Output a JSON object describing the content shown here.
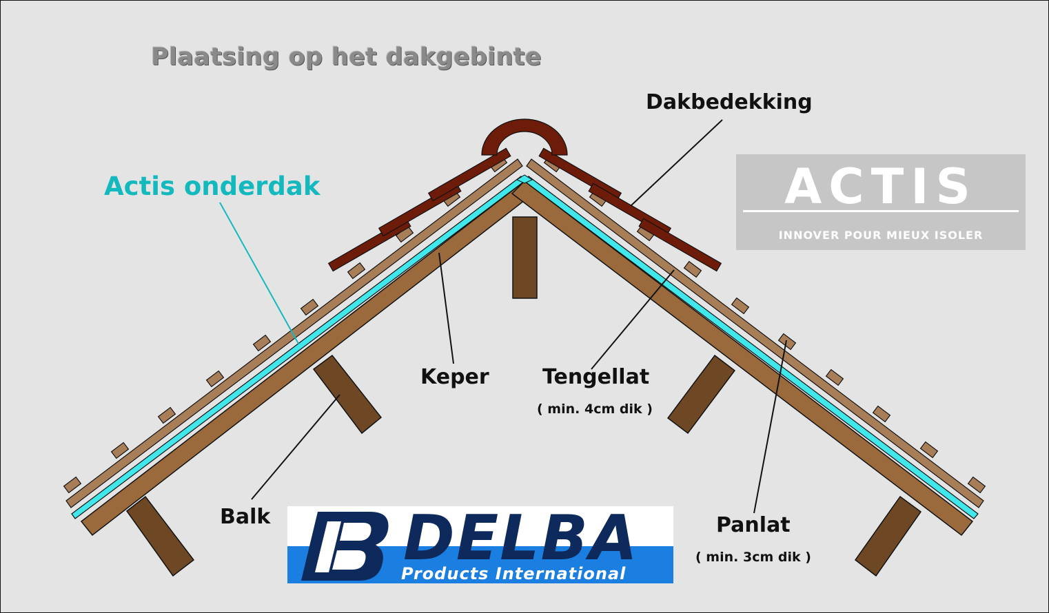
{
  "title": "Plaatsing op het dakgebinte",
  "labels": {
    "actis_onderdak": "Actis onderdak",
    "dakbedekking": "Dakbedekking",
    "keper": "Keper",
    "tengellat": "Tengellat",
    "tengellat_note": "( min. 4cm dik )",
    "balk": "Balk",
    "panlat": "Panlat",
    "panlat_note": "( min. 3cm dik )"
  },
  "actis_logo": {
    "word": "ACTIS",
    "tagline": "INNOVER POUR MIEUX ISOLER"
  },
  "delba_logo": {
    "word": "DELBA",
    "tagline": "Products International"
  },
  "colors": {
    "background": "#e4e4e4",
    "rafter": "#9a6a3c",
    "batten": "#a87e58",
    "tile": "#6e1c0a",
    "membrane": "#40e8ec",
    "beam": "#6e4824",
    "accent": "#14b9be"
  }
}
